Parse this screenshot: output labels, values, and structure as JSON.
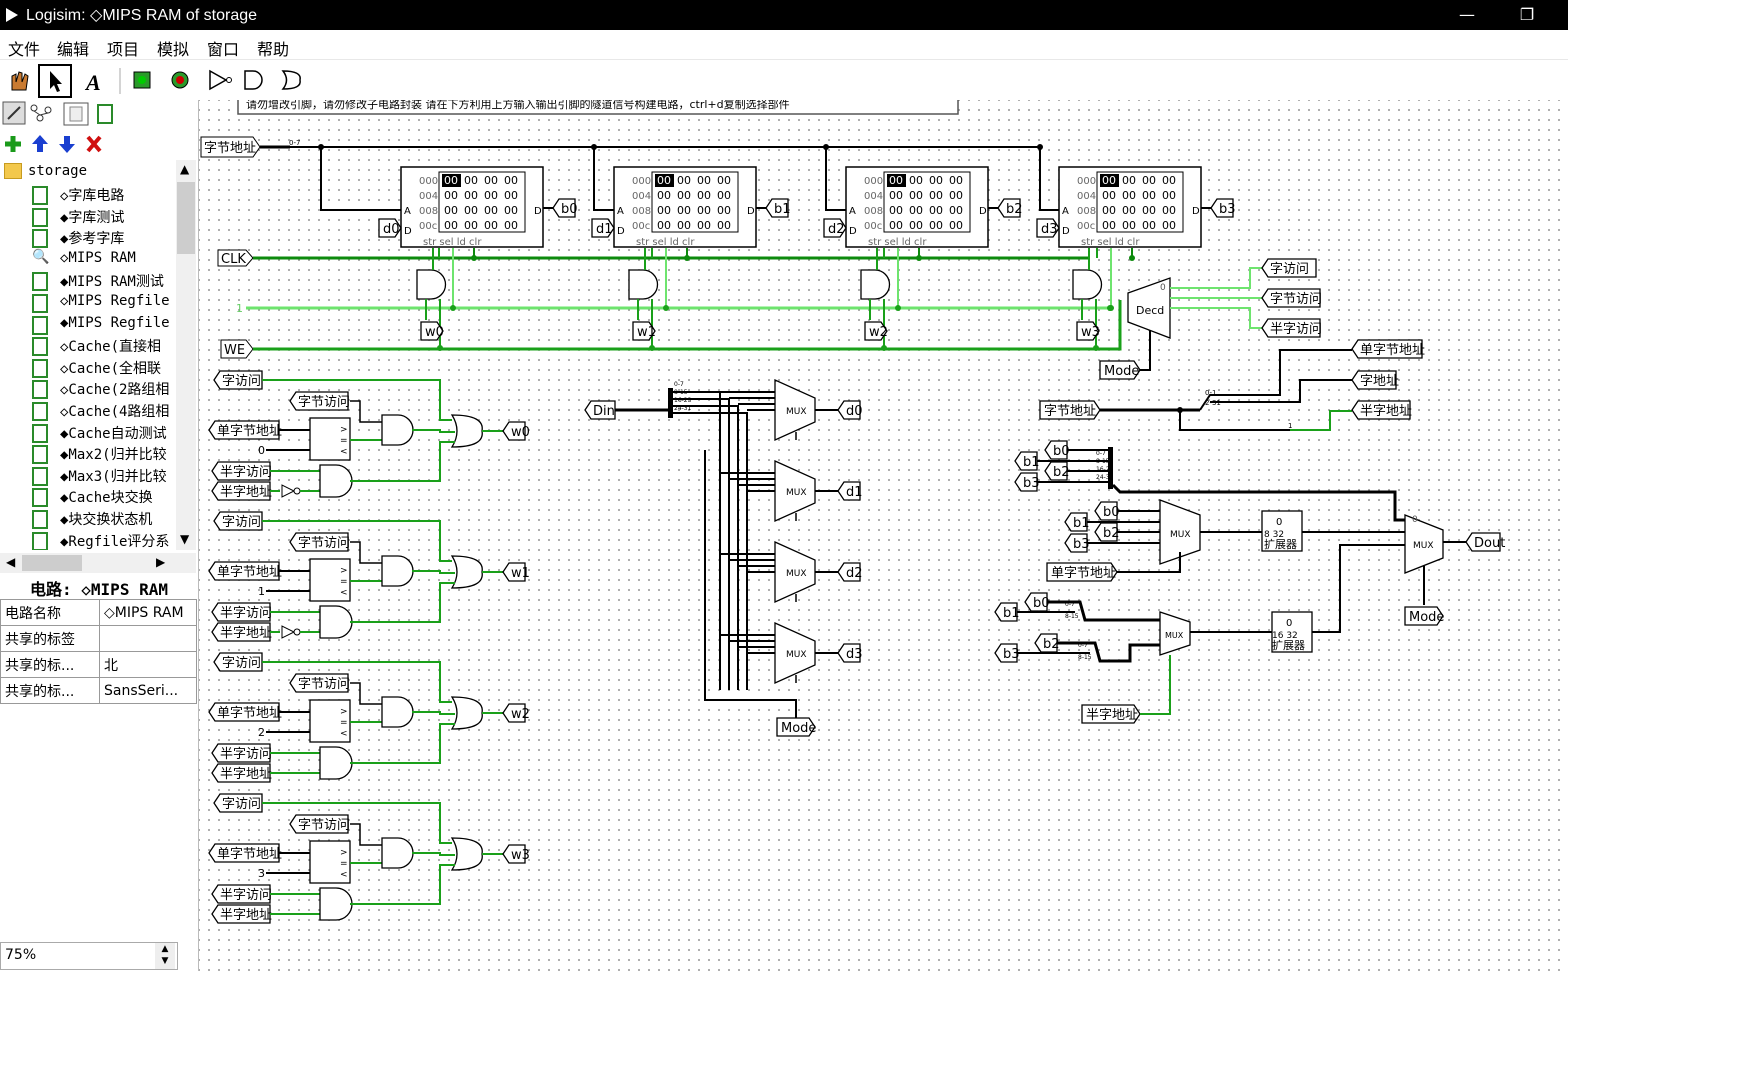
{
  "window": {
    "title": "Logisim: ◇MIPS RAM of storage",
    "minimize": "—",
    "restore": "❐"
  },
  "menu": [
    "文件",
    "编辑",
    "项目",
    "模拟",
    "窗口",
    "帮助"
  ],
  "tree": {
    "root": "storage",
    "items": [
      "◇字库电路",
      "◆字库测试",
      "◆参考字库",
      "◇MIPS RAM",
      "◆MIPS RAM测试",
      "◇MIPS Regfile",
      "◆MIPS Regfile",
      "◇Cache(直接相",
      "◇Cache(全相联",
      "◇Cache(2路组相",
      "◇Cache(4路组相",
      "◆Cache自动测试",
      "◆Max2(归并比较",
      "◆Max3(归并比较",
      "◆Cache块交换",
      "◆块交换状态机",
      "◆Regfile评分系"
    ]
  },
  "props": {
    "title": "电路: ◇MIPS RAM",
    "rows": [
      [
        "电路名称",
        "◇MIPS RAM"
      ],
      [
        "共享的标签",
        ""
      ],
      [
        "共享的标...",
        "北"
      ],
      [
        "共享的标...",
        "SansSeri..."
      ]
    ]
  },
  "zoom": "75%",
  "canvas": {
    "note": "请勿增改引脚，请勿修改子电路封装            请在下方利用上方输入输出引脚的隧道信号构建电路，ctrl+d复制选择部件",
    "pins": {
      "byte_addr": "字节地址",
      "clk": "CLK",
      "one": "1",
      "we": "WE",
      "din": "Din",
      "mode": "Mode",
      "dout": "Dout"
    },
    "ram": {
      "addrs": [
        "000",
        "004",
        "008",
        "00c"
      ],
      "cell": "00",
      "ports": "str sel   ld clr",
      "a": "A",
      "d": "D"
    },
    "outs": [
      "b0",
      "b1",
      "b2",
      "b3"
    ],
    "ins": [
      "d0",
      "d1",
      "d2",
      "d3"
    ],
    "wsig": [
      "w0",
      "w1",
      "w2",
      "w3"
    ],
    "tunnels": {
      "word_access": "字访问",
      "byte_access": "字节访问",
      "half_access": "半字访问",
      "single_byte_addr": "单字节地址",
      "half_addr": "半字地址",
      "word_addr": "字地址"
    },
    "consts": [
      "0",
      "1",
      "2",
      "3"
    ],
    "decoder": "Decd",
    "mux": "MUX",
    "extender": "扩展器",
    "ext_bits": [
      "8 32",
      "16 32"
    ],
    "split": [
      "0-7",
      "8-15",
      "16-23",
      "24-31"
    ]
  }
}
